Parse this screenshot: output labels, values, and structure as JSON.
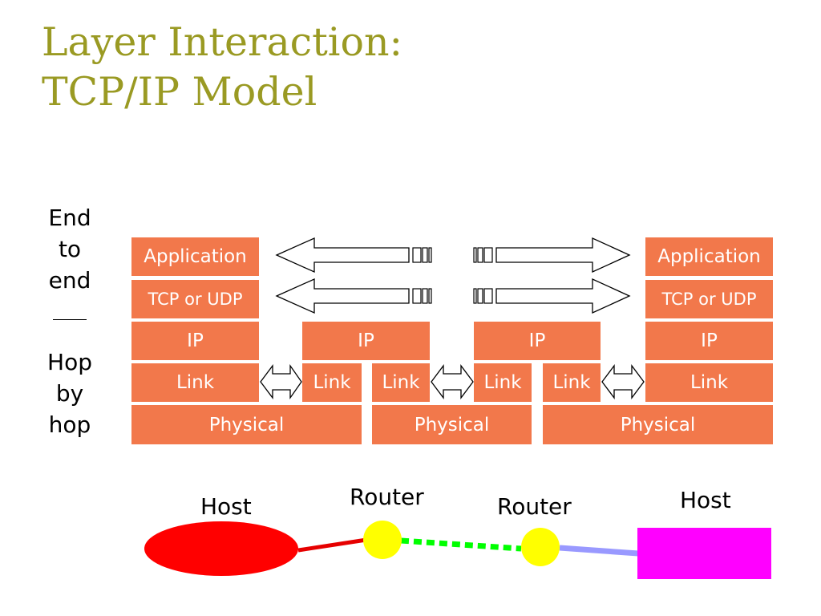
{
  "slide": {
    "title_line1": "Layer Interaction:",
    "title_line2": "TCP/IP Model"
  },
  "side_labels": {
    "end_to_end": [
      "End",
      "to",
      "end"
    ],
    "hop_by_hop": [
      "Hop",
      "by",
      "hop"
    ]
  },
  "layers": {
    "application": "Application",
    "transport": "TCP or UDP",
    "network": "IP",
    "link": "Link",
    "physical": "Physical"
  },
  "nodes": {
    "host_left": "Host",
    "router_1": "Router",
    "router_2": "Router",
    "host_right": "Host"
  },
  "colors": {
    "title": "#9a9a23",
    "layer_fill": "#f2784b",
    "layer_text": "#ffffff",
    "host_left": "#ff0000",
    "router": "#ffff00",
    "host_right": "#ff00ff",
    "link_left": "#e60000",
    "link_middle": "#00ff00",
    "link_right": "#9999ff"
  }
}
